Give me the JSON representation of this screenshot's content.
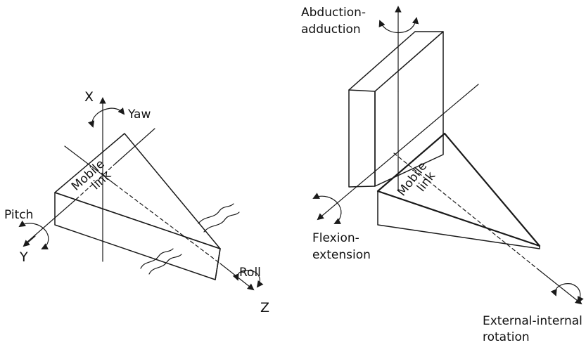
{
  "left_diagram": {
    "axis_x": "X",
    "axis_y": "Y",
    "axis_z": "Z",
    "yaw": "Yaw",
    "pitch": "Pitch",
    "roll": "Roll",
    "link_line1": "Mobile",
    "link_line2": "link"
  },
  "right_diagram": {
    "abduction_line1": "Abduction-",
    "abduction_line2": "adduction",
    "flexion_line1": "Flexion-",
    "flexion_line2": "extension",
    "rotation_line1": "External-internal",
    "rotation_line2": "rotation",
    "link_line1": "Mobile",
    "link_line2": "link"
  },
  "colors": {
    "ink": "#1a1a1a",
    "background": "#ffffff"
  }
}
